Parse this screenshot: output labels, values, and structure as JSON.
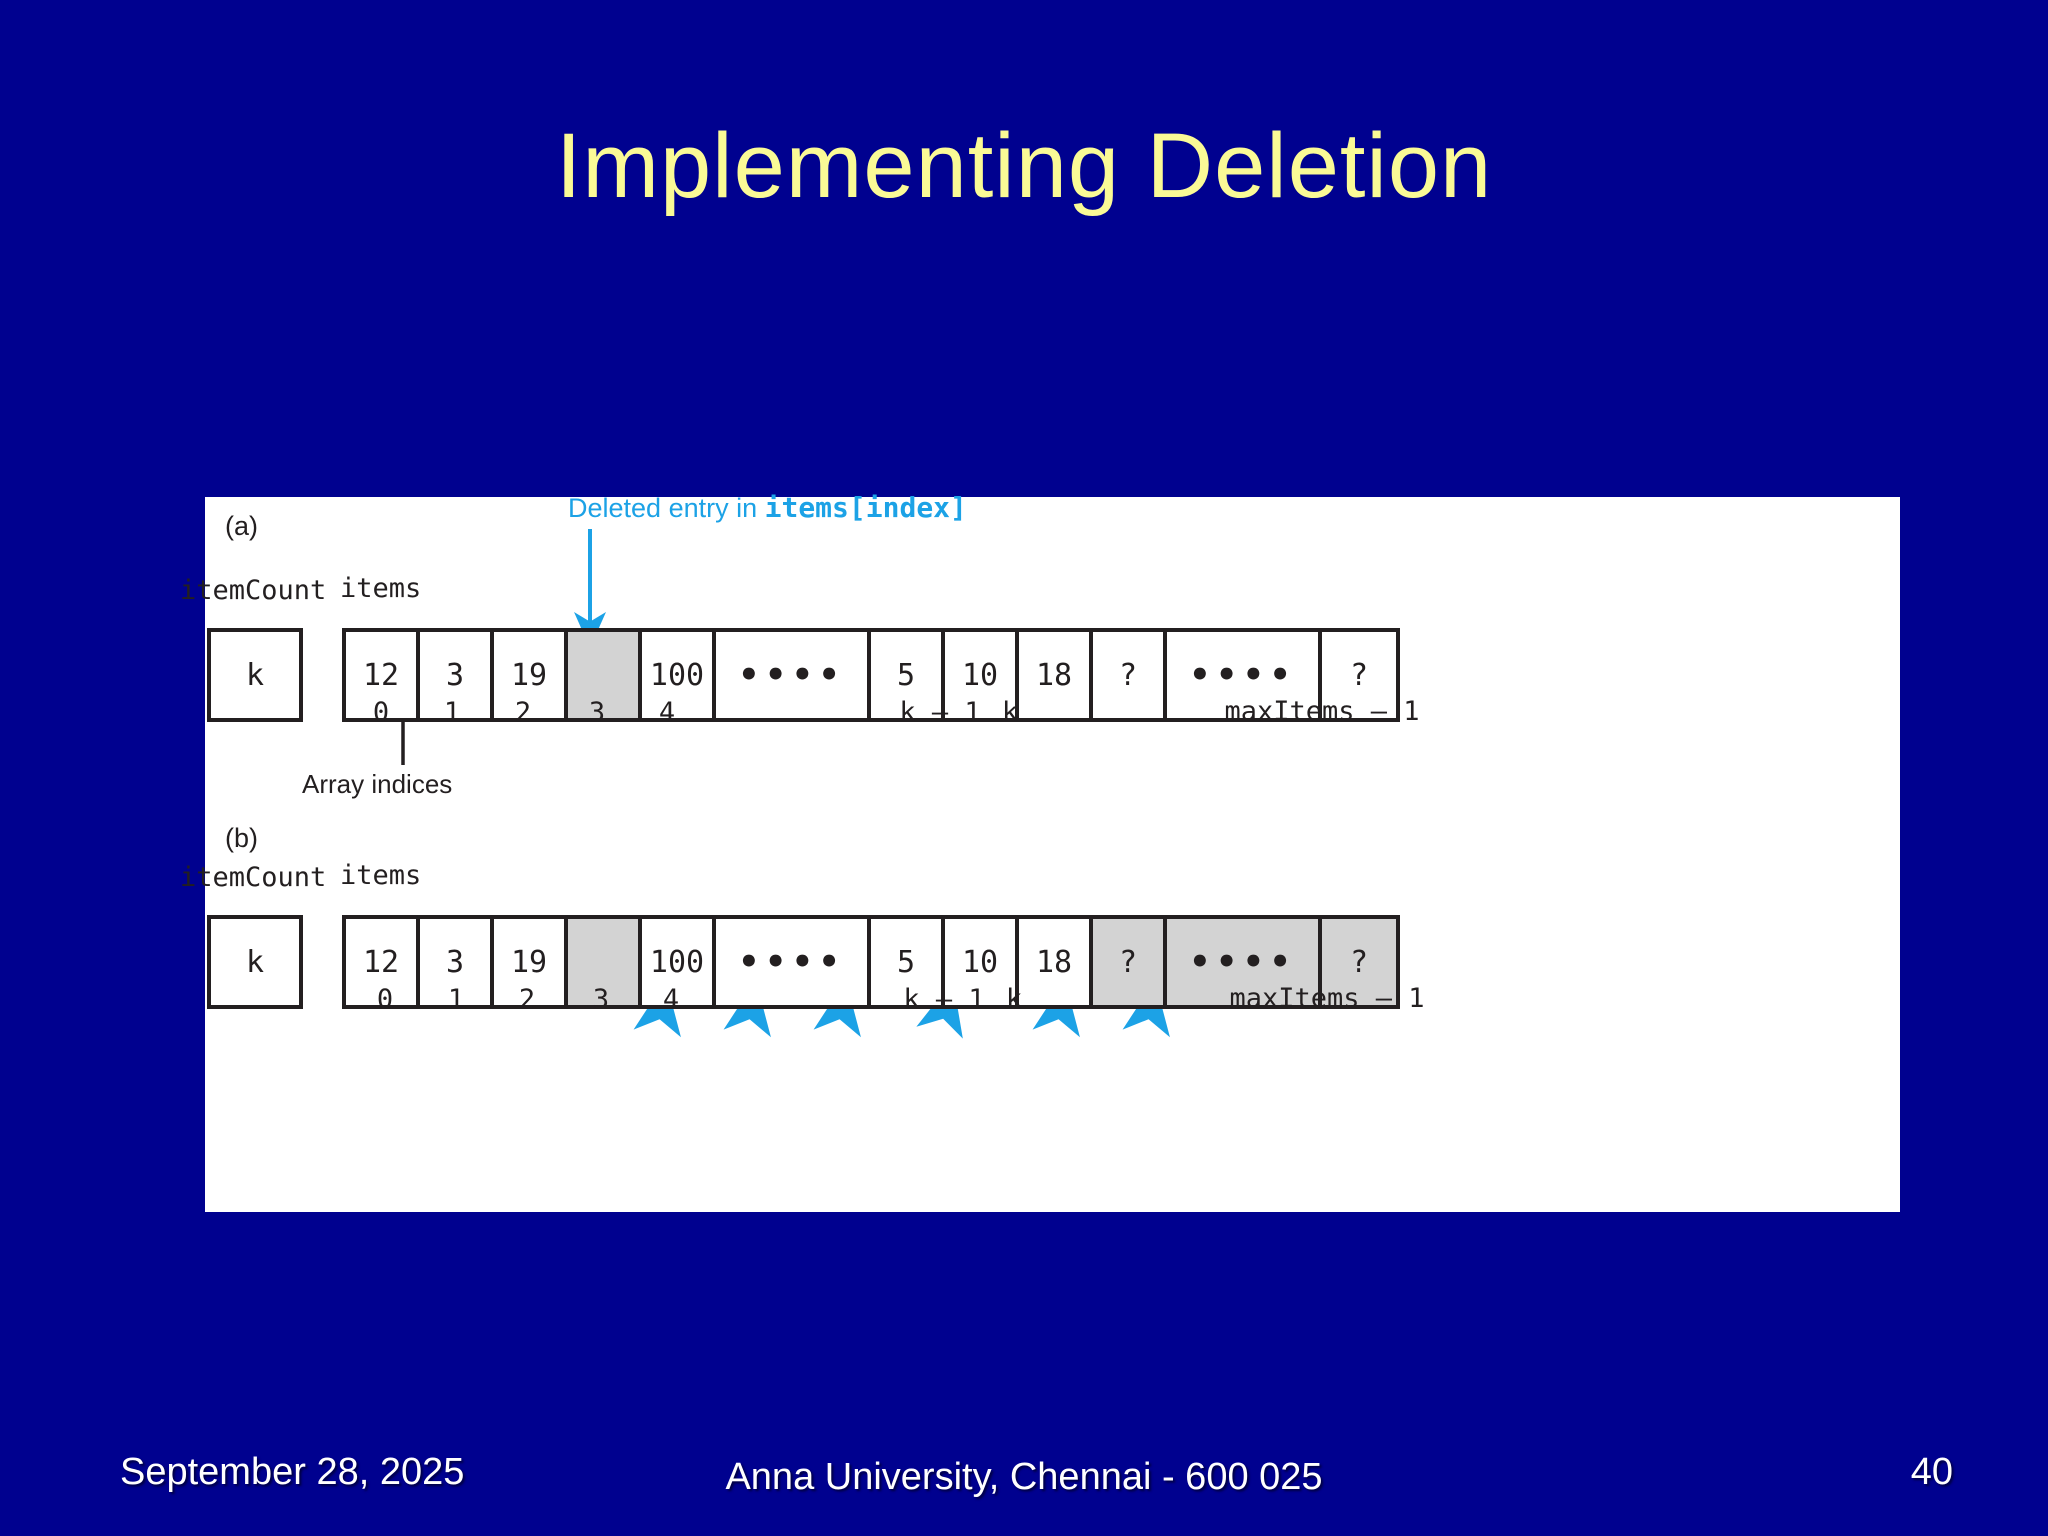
{
  "slide": {
    "title": "Implementing Deletion",
    "background_color": "#00018F",
    "title_color": "#FAFA96"
  },
  "figure": {
    "panel_background": "#FFFFFF",
    "callout": {
      "text_prefix": "Deleted entry in ",
      "code": "items[index]",
      "color": "#1CA2E6"
    },
    "array_indices_label": "Array indices",
    "parts": [
      {
        "letter": "(a)",
        "item_count_label": "itemCount",
        "item_count_value": "k",
        "items_label": "items",
        "cells": [
          {
            "value": "12",
            "width": "narrow",
            "shaded": false
          },
          {
            "value": "3",
            "width": "narrow",
            "shaded": false
          },
          {
            "value": "19",
            "width": "narrow",
            "shaded": false
          },
          {
            "value": "",
            "width": "narrow",
            "shaded": true
          },
          {
            "value": "100",
            "width": "narrow",
            "shaded": false
          },
          {
            "value": "••••",
            "width": "wide",
            "shaded": false
          },
          {
            "value": "5",
            "width": "narrow",
            "shaded": false
          },
          {
            "value": "10",
            "width": "narrow",
            "shaded": false
          },
          {
            "value": "18",
            "width": "narrow",
            "shaded": false
          },
          {
            "value": "?",
            "width": "narrow",
            "shaded": false
          },
          {
            "value": "••••",
            "width": "wide",
            "shaded": false
          },
          {
            "value": "?",
            "width": "narrow",
            "shaded": false
          }
        ],
        "index_labels": [
          "0",
          "1",
          "2",
          "3",
          "4",
          "k – 1",
          "k",
          "maxItems – 1"
        ]
      },
      {
        "letter": "(b)",
        "item_count_label": "itemCount",
        "item_count_value": "k",
        "items_label": "items",
        "cells": [
          {
            "value": "12",
            "width": "narrow",
            "shaded": false
          },
          {
            "value": "3",
            "width": "narrow",
            "shaded": false
          },
          {
            "value": "19",
            "width": "narrow",
            "shaded": false
          },
          {
            "value": "",
            "width": "narrow",
            "shaded": true
          },
          {
            "value": "100",
            "width": "narrow",
            "shaded": false
          },
          {
            "value": "••••",
            "width": "wide",
            "shaded": false
          },
          {
            "value": "5",
            "width": "narrow",
            "shaded": false
          },
          {
            "value": "10",
            "width": "narrow",
            "shaded": false
          },
          {
            "value": "18",
            "width": "narrow",
            "shaded": false
          },
          {
            "value": "?",
            "width": "narrow",
            "shaded": true
          },
          {
            "value": "••••",
            "width": "wide",
            "shaded": true
          },
          {
            "value": "?",
            "width": "narrow",
            "shaded": true
          }
        ],
        "index_labels": [
          "0",
          "1",
          "2",
          "3",
          "4",
          "k – 1",
          "k",
          "maxItems – 1"
        ],
        "shift_arrow_color": "#1CA2E6",
        "shift_direction_arrow": "double-line-left-arrow"
      }
    ]
  },
  "footer": {
    "date": "September 28, 2025",
    "center": "Anna University, Chennai - 600 025",
    "page_number": "40"
  }
}
